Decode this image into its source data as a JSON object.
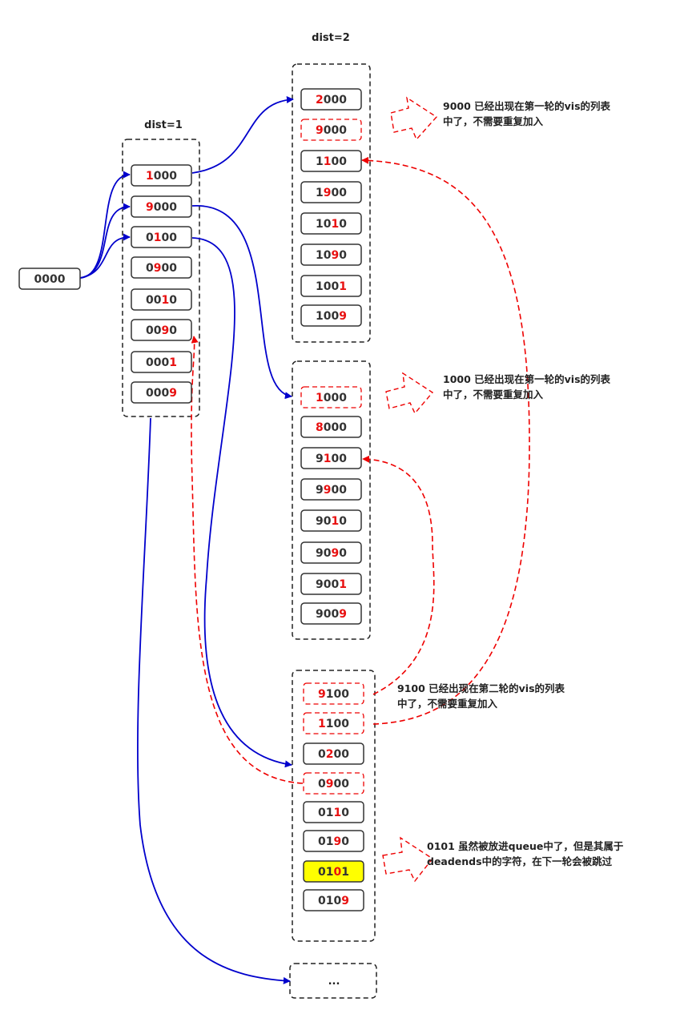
{
  "labels": {
    "dist1": "dist=1",
    "dist2": "dist=2",
    "ellipsis": "..."
  },
  "colors": {
    "solid_arrow": "#0000cc",
    "dashed_arrow": "#ee0000",
    "changed_digit": "#e81010",
    "normal_digit": "#333333",
    "highlight_fill": "#ffff00",
    "group_border": "#222222",
    "node_border": "#333333"
  },
  "root": {
    "value": "0000"
  },
  "dist1_nodes": [
    {
      "value": "1000",
      "changed": 0
    },
    {
      "value": "9000",
      "changed": 0
    },
    {
      "value": "0100",
      "changed": 1
    },
    {
      "value": "0900",
      "changed": 1
    },
    {
      "value": "0010",
      "changed": 2
    },
    {
      "value": "0090",
      "changed": 2
    },
    {
      "value": "0001",
      "changed": 3
    },
    {
      "value": "0009",
      "changed": 3
    }
  ],
  "groups": [
    {
      "source": "1000",
      "nodes": [
        {
          "value": "2000",
          "changed": 0,
          "style": "normal"
        },
        {
          "value": "9000",
          "changed": 0,
          "style": "dashed"
        },
        {
          "value": "1100",
          "changed": 1,
          "style": "normal"
        },
        {
          "value": "1900",
          "changed": 1,
          "style": "normal"
        },
        {
          "value": "1010",
          "changed": 2,
          "style": "normal"
        },
        {
          "value": "1090",
          "changed": 2,
          "style": "normal"
        },
        {
          "value": "1001",
          "changed": 3,
          "style": "normal"
        },
        {
          "value": "1009",
          "changed": 3,
          "style": "normal"
        }
      ]
    },
    {
      "source": "9000",
      "nodes": [
        {
          "value": "1000",
          "changed": 0,
          "style": "dashed"
        },
        {
          "value": "8000",
          "changed": 0,
          "style": "normal"
        },
        {
          "value": "9100",
          "changed": 1,
          "style": "normal"
        },
        {
          "value": "9900",
          "changed": 1,
          "style": "normal"
        },
        {
          "value": "9010",
          "changed": 2,
          "style": "normal"
        },
        {
          "value": "9090",
          "changed": 2,
          "style": "normal"
        },
        {
          "value": "9001",
          "changed": 3,
          "style": "normal"
        },
        {
          "value": "9009",
          "changed": 3,
          "style": "normal"
        }
      ]
    },
    {
      "source": "0100",
      "nodes": [
        {
          "value": "9100",
          "changed": 0,
          "style": "dashed"
        },
        {
          "value": "1100",
          "changed": 0,
          "style": "dashed"
        },
        {
          "value": "0200",
          "changed": 1,
          "style": "normal"
        },
        {
          "value": "0900",
          "changed": 1,
          "style": "dashed"
        },
        {
          "value": "0110",
          "changed": 2,
          "style": "normal"
        },
        {
          "value": "0190",
          "changed": 2,
          "style": "normal"
        },
        {
          "value": "0101",
          "changed": 2,
          "style": "highlight"
        },
        {
          "value": "0109",
          "changed": 3,
          "style": "normal"
        }
      ]
    }
  ],
  "notes": [
    {
      "lines": [
        "9000 已经出现在第一轮的vis的列表",
        "中了，不需要重复加入"
      ]
    },
    {
      "lines": [
        "1000 已经出现在第一轮的vis的列表",
        "中了，不需要重复加入"
      ]
    },
    {
      "lines": [
        "9100 已经出现在第二轮的vis的列表",
        "中了，不需要重复加入"
      ]
    },
    {
      "lines": [
        "0101 虽然被放进queue中了，但是其属于",
        "deadends中的字符，在下一轮会被跳过"
      ]
    }
  ]
}
